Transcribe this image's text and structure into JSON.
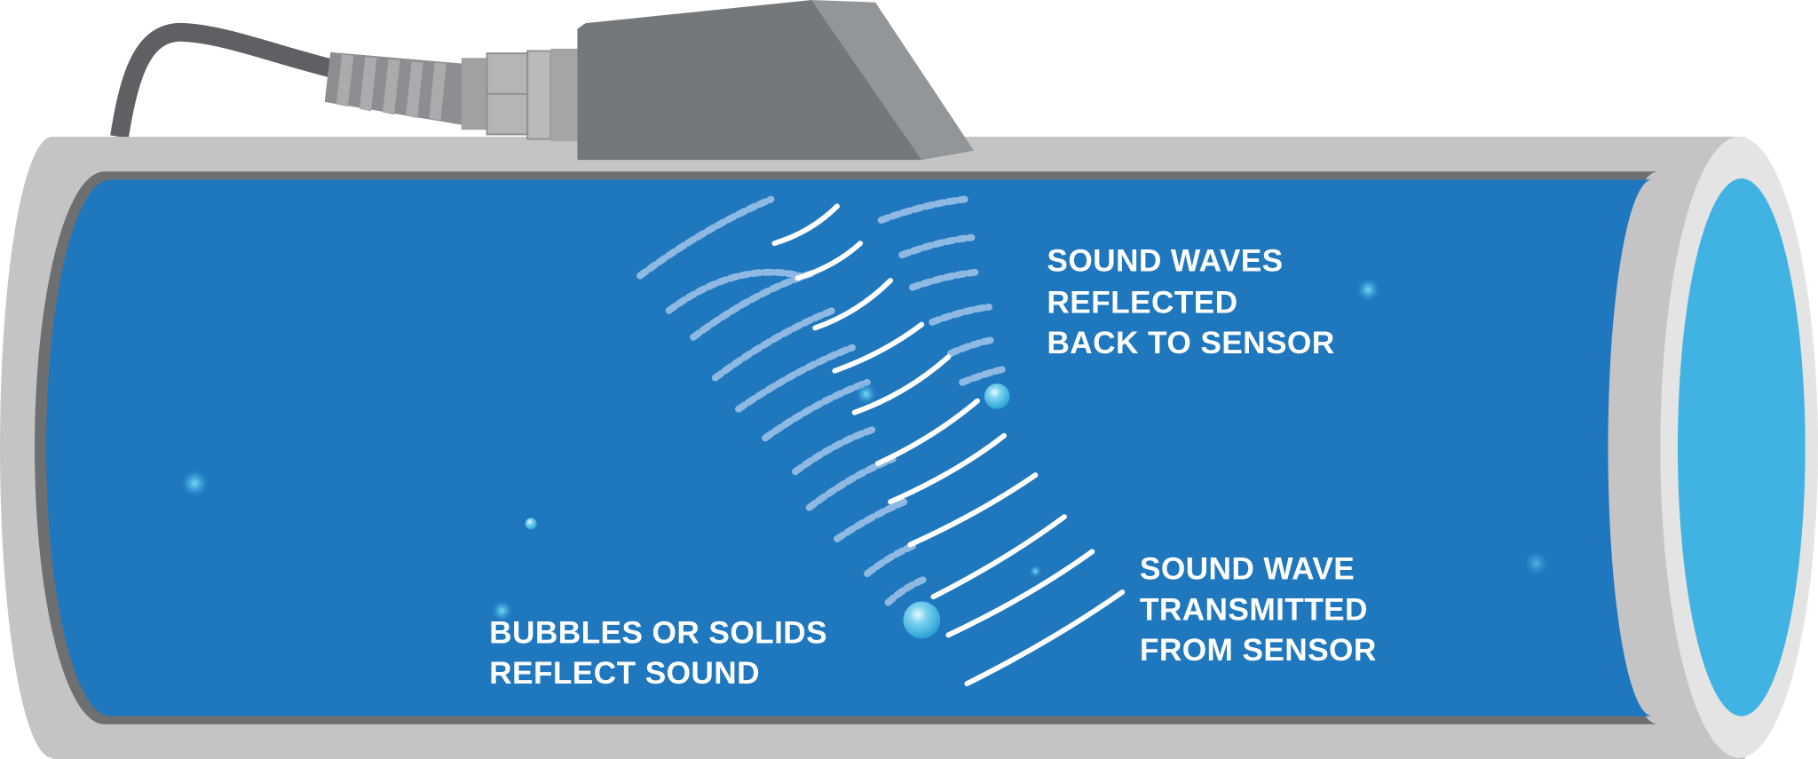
{
  "diagram": {
    "labels": {
      "reflected": [
        "SOUND WAVES",
        "REFLECTED",
        "BACK TO SENSOR"
      ],
      "transmitted": [
        "SOUND WAVE",
        "TRANSMITTED",
        "FROM SENSOR"
      ],
      "bubbles": [
        "BUBBLES OR SOLIDS",
        "REFLECT SOUND"
      ]
    },
    "colors": {
      "fluid": "#1f77bd",
      "pipe_wall": "#c4c4c4",
      "pipe_opening": "#41b3e3",
      "sensor_body": "#75787b",
      "transmitted_wave": "#ffffff",
      "reflected_wave": "#8db9e3"
    },
    "icons": [
      "pipe",
      "ultrasonic-sensor",
      "cable",
      "bubble"
    ]
  }
}
